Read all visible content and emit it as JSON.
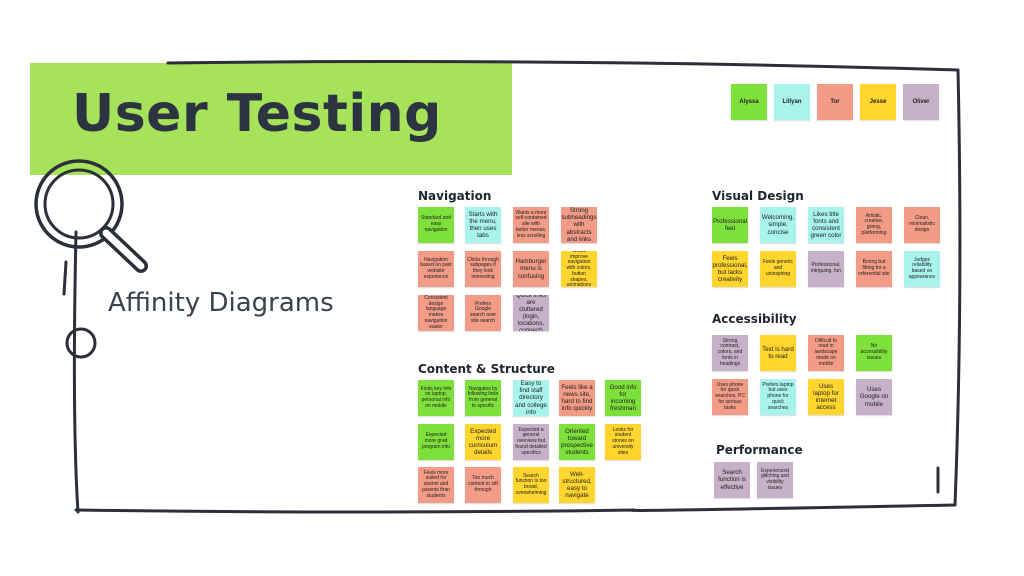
{
  "slide": {
    "title": "User Testing",
    "subtitle": "Affinity Diagrams"
  },
  "colors": {
    "accent": "#a6e35a",
    "title_text": "#2c3442",
    "green": "#7ee03a",
    "cyan": "#a8f3ec",
    "salmon": "#f29b86",
    "yellow": "#ffd52e",
    "purple": "#c7b1c8"
  },
  "legend": [
    {
      "name": "Alyssa",
      "color": "green"
    },
    {
      "name": "Lillyan",
      "color": "cyan"
    },
    {
      "name": "Tor",
      "color": "salmon"
    },
    {
      "name": "Jesse",
      "color": "yellow"
    },
    {
      "name": "Oliver",
      "color": "purple"
    }
  ],
  "sections": {
    "navigation": "Navigation",
    "content": "Content & Structure",
    "visual": "Visual Design",
    "accessibility": "Accessibility",
    "performance": "Performance"
  },
  "notes": {
    "navigation": [
      "Standard and easy navigation",
      "Starts with the menu, then uses tabs",
      "Wants a more self-contained site with better menus, less scrolling",
      "Strong subheadings with abstracts and links",
      "Navigation based on past website experience",
      "Clicks through subpages if they look interesting",
      "Hamburger menu is confusing",
      "Would improve navigation with colors, button shapes, animations",
      "Consistent design language makes navigation easier",
      "Prefers Google search over site search",
      "Quick links are cluttered (login, locations, connect)"
    ],
    "content": [
      "Finds key info on laptop, personal info on mobile",
      "Navigates by following links from general to specific",
      "Easy to find staff directory and college info",
      "Feels like a news site, hard to find info quickly",
      "Good info for incoming freshman",
      "Expected more grad program info",
      "Expected more curriculum details",
      "Expected a general overview but found detailed specifics",
      "Oriented toward prospective students",
      "Looks for student stories on university sites",
      "Feels more suited for alumni and parents than students",
      "Too much content to sift through",
      "Search function is too broad, overwhelming",
      "Well-structured, easy to navigate"
    ],
    "visual": [
      "Professional feel",
      "Welcoming, simple, concise",
      "Likes title fonts and consistent green color",
      "Artistic, creative, giving, platforming",
      "Clean, minimalistic design",
      "Feels professional, but lacks creativity",
      "Feels generic and uninspiring",
      "Professional, intriguing, fun",
      "Boring but fitting for a referential site",
      "Judges reliability based on appearance"
    ],
    "accessibility": [
      "Strong contrast, colors, and fonts in headings",
      "Text is hard to read",
      "Difficult to read in landscape mode on mobile",
      "No accessibility issues",
      "Uses phone for quick searches, PC for serious tasks",
      "Prefers laptop but uses phone for quick searches",
      "Uses laptop for internet access",
      "Uses Google on mobile"
    ],
    "performance": [
      "Search function is effective",
      "Experienced glitching and visibility issues"
    ]
  }
}
